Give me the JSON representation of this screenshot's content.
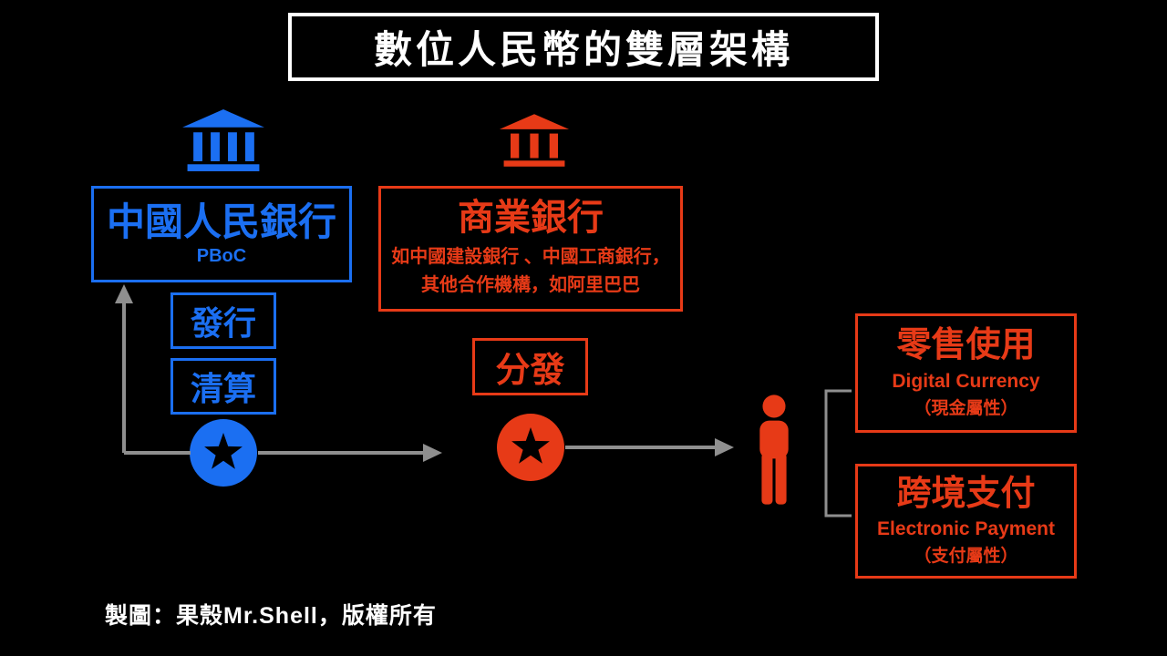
{
  "title": "數位人民幣的雙層架構",
  "colors": {
    "background": "#000000",
    "blue": "#1b6ff2",
    "red": "#e73a17",
    "gray": "#8f8f8f",
    "white": "#ffffff"
  },
  "central_bank": {
    "name": "中國人民銀行",
    "subtitle": "PBoC",
    "issue_label": "發行",
    "clearing_label": "清算"
  },
  "commercial_bank": {
    "name": "商業銀行",
    "desc_line1": "如中國建設銀行 、中國工商銀行，",
    "desc_line2": "其他合作機構，如阿里巴巴",
    "distribute_label": "分發"
  },
  "retail": {
    "title": "零售使用",
    "subtitle": "Digital Currency",
    "note": "（現金屬性）"
  },
  "cross_border": {
    "title": "跨境支付",
    "subtitle": "Electronic Payment",
    "note": "（支付屬性）"
  },
  "footer": "製圖：果殼Mr.Shell，版權所有",
  "icons": {
    "central_bank": "bank-building-icon",
    "commercial_bank": "bank-building-icon",
    "central_token": "star-badge-icon",
    "commercial_token": "star-badge-icon",
    "user": "person-icon"
  }
}
